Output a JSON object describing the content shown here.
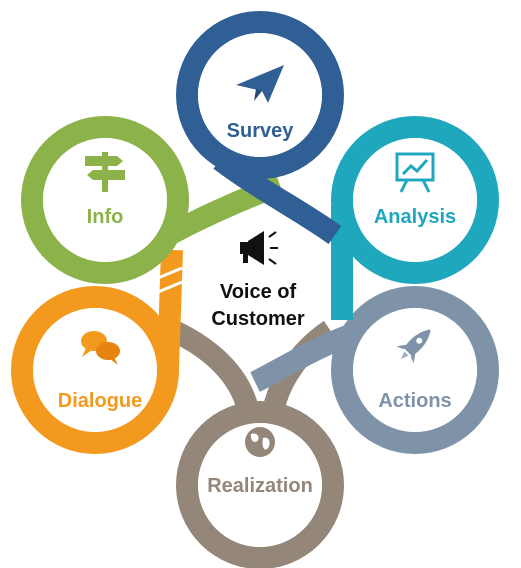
{
  "center": {
    "line1": "Voice of",
    "line2": "Customer",
    "icon": "megaphone-icon"
  },
  "petals": [
    {
      "label": "Survey",
      "icon": "paper-plane-icon",
      "color": "#2f5f95"
    },
    {
      "label": "Analysis",
      "icon": "presentation-chart-icon",
      "color": "#1fa8bd"
    },
    {
      "label": "Actions",
      "icon": "rocket-icon",
      "color": "#7f93a8"
    },
    {
      "label": "Realization",
      "icon": "globe-icon",
      "color": "#94877a"
    },
    {
      "label": "Dialogue",
      "icon": "speech-bubbles-icon",
      "color": "#f39a1e"
    },
    {
      "label": "Info",
      "icon": "signpost-icon",
      "color": "#8cb24a"
    }
  ]
}
